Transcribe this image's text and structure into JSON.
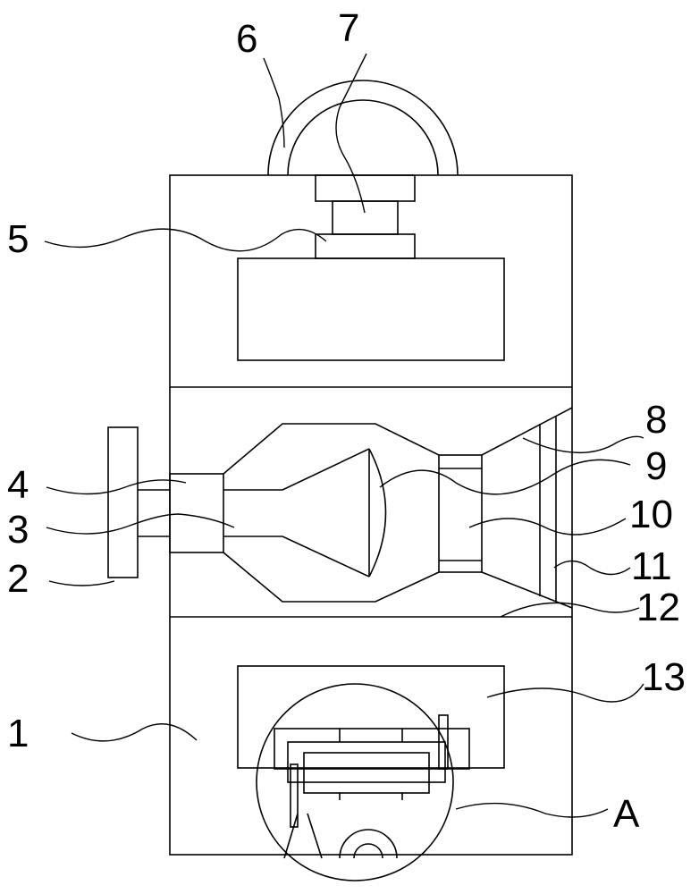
{
  "labels": {
    "l1": "1",
    "l2": "2",
    "l3": "3",
    "l4": "4",
    "l5": "5",
    "l6": "6",
    "l7": "7",
    "l8": "8",
    "l9": "9",
    "l10": "10",
    "l11": "11",
    "l12": "12",
    "l13": "13",
    "lA": "A"
  },
  "colors": {
    "line": "#000000",
    "background": "#ffffff"
  }
}
